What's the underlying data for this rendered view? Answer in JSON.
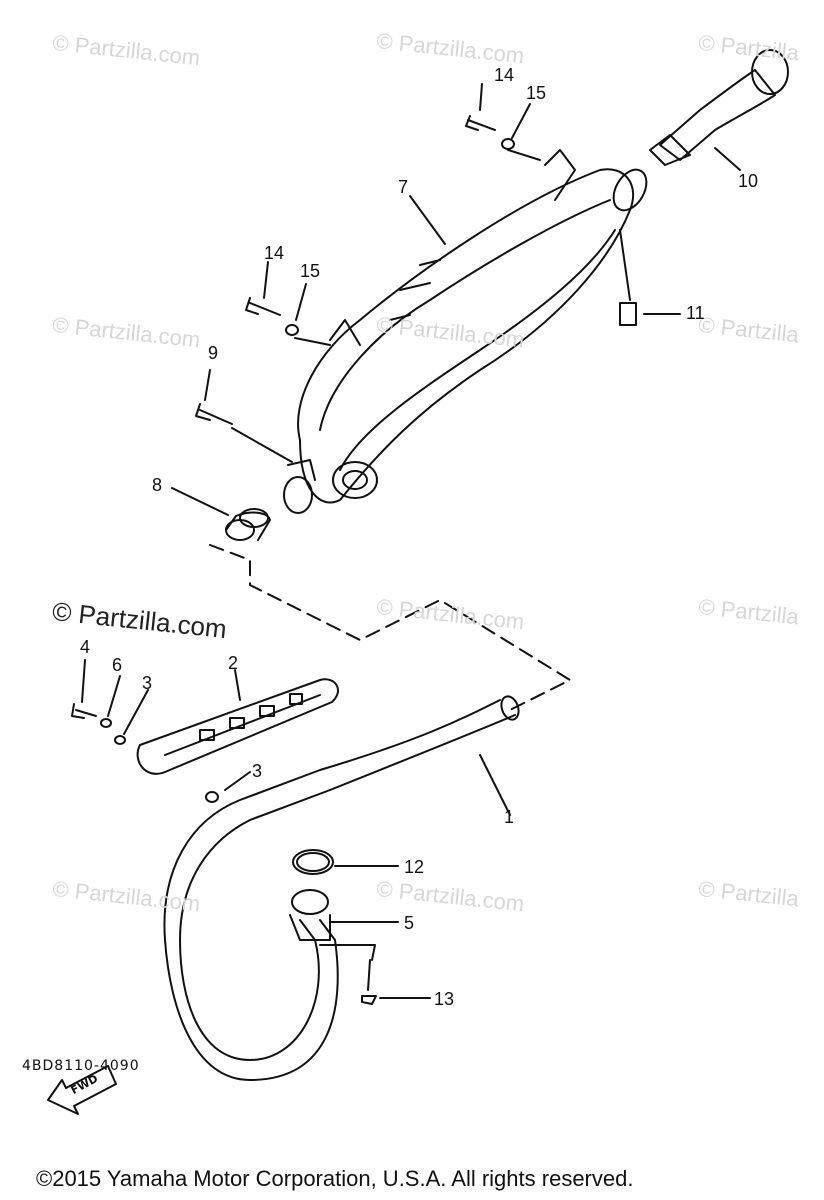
{
  "watermarks": [
    "© Partzilla.com",
    "© Partzilla.com",
    "© Partzilla",
    "© Partzilla.com",
    "© Partzilla.com",
    "© Partzilla",
    "© Partzilla.com",
    "© Partzilla",
    "© Partzilla.com",
    "© Partzilla.com",
    "© Partzilla"
  ],
  "watermark_main": "© Partzilla.com",
  "callouts": [
    "1",
    "2",
    "3",
    "3",
    "4",
    "5",
    "6",
    "7",
    "8",
    "9",
    "10",
    "11",
    "12",
    "13",
    "14",
    "15",
    "14",
    "15"
  ],
  "fwd_label": "FWD",
  "diagram_code": "4BD8110-4090",
  "copyright": "©2015 Yamaha Motor Corporation, U.S.A. All rights reserved."
}
